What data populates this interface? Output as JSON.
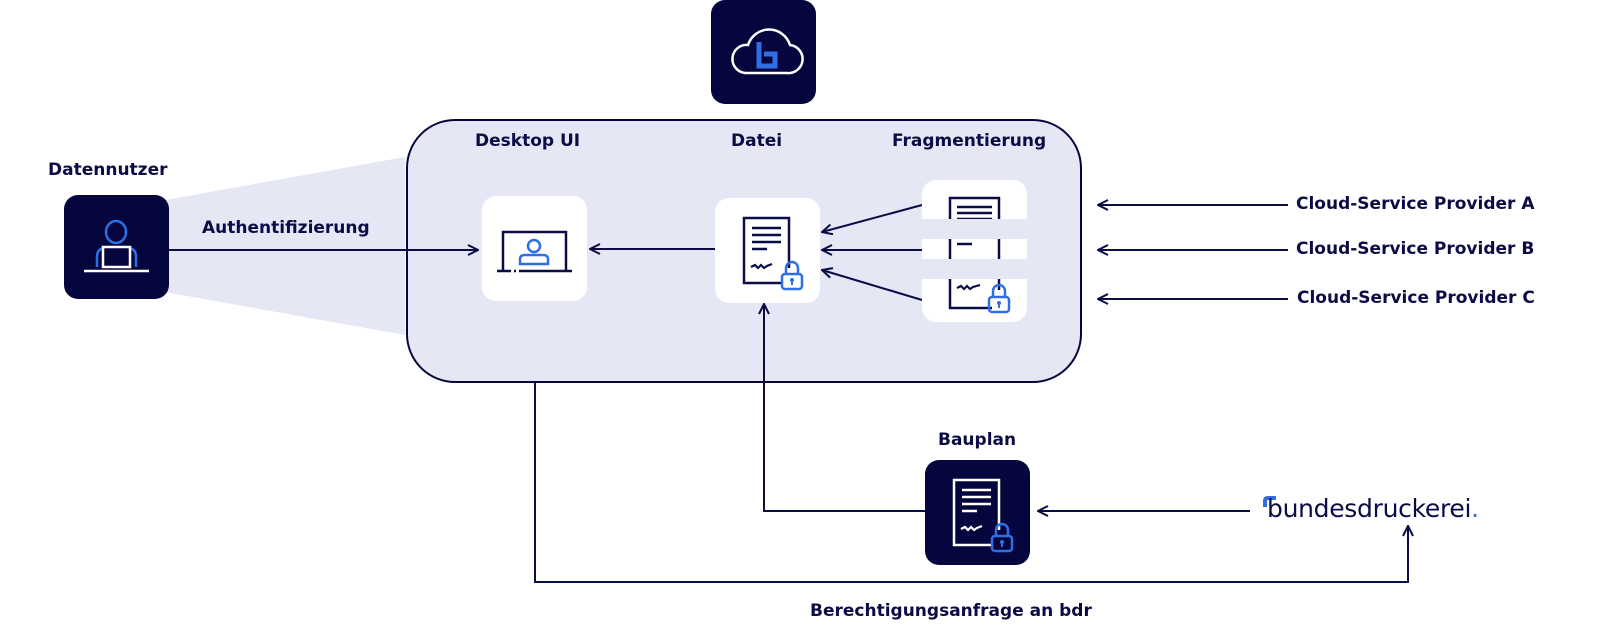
{
  "colors": {
    "navy": "#06063f",
    "panel": "#e5e7f5",
    "accent_blue": "#2f6fe4",
    "white": "#ffffff"
  },
  "top_logo": {
    "icon": "cloud-b-logo-icon"
  },
  "user": {
    "label": "Datennutzer",
    "icon": "user-at-laptop-icon"
  },
  "auth": {
    "label": "Authentifizierung"
  },
  "panel": {
    "columns": [
      "Desktop UI",
      "Datei",
      "Fragmentierung"
    ],
    "desktop_icon": "laptop-user-icon",
    "file_icon": "locked-document-icon",
    "fragment_icon": "fragmented-document-icon"
  },
  "providers": [
    {
      "label": "Cloud-Service Provider A"
    },
    {
      "label": "Cloud-Service Provider B"
    },
    {
      "label": "Cloud-Service Provider C"
    }
  ],
  "blueprint": {
    "label": "Bauplan",
    "icon": "locked-document-icon"
  },
  "bdr": {
    "logo_text": "bundesdruckerei",
    "logo_dot": "."
  },
  "permission": {
    "label": "Berechtigungsanfrage an bdr"
  }
}
